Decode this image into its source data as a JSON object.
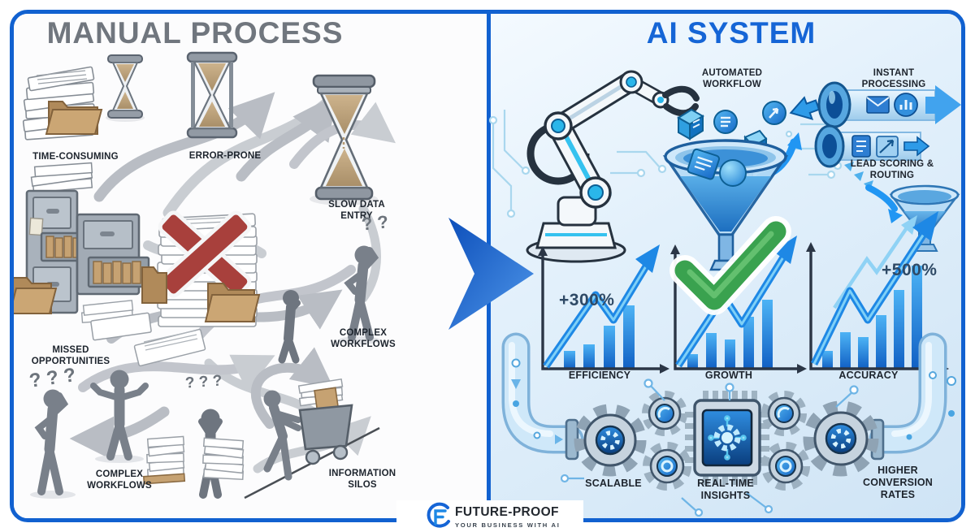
{
  "left_panel": {
    "title": "MANUAL PROCESS",
    "labels": {
      "time_consuming": "TIME-CONSUMING",
      "error_prone": "ERROR-PRONE",
      "slow_data_entry": "SLOW DATA ENTRY",
      "complex_workflows_upper": "COMPLEX WORKFLOWS",
      "missed_opportunities": "MISSED OPPORTUNITIES",
      "complex_workflows_lower": "COMPLEX WORKFLOWS",
      "information_silos": "INFORMATION SILOS"
    },
    "decorations": {
      "question_marks_pair": "? ?",
      "question_marks_left": "? ? ?",
      "question_marks_mid": "? ? ?"
    }
  },
  "right_panel": {
    "title": "AI SYSTEM",
    "labels": {
      "automated_workflow": "AUTOMATED WORKFLOW",
      "instant_processing": "INSTANT PROCESSING",
      "lead_scoring_routing": "LEAD SCORING & ROUTING",
      "scalable": "SCALABLE",
      "realtime_insights": "REAL-TIME INSIGHTS",
      "higher_conversion_rates": "HIGHER CONVERSION RATES"
    },
    "charts": [
      {
        "label": "EFFICIENCY",
        "annotation": "+300%"
      },
      {
        "label": "GROWTH",
        "annotation": ""
      },
      {
        "label": "ACCURACY",
        "annotation": "+500%"
      }
    ]
  },
  "footer": {
    "brand": "FUTURE-PROOF",
    "tagline": "YOUR BUSINESS WITH AI"
  },
  "colors": {
    "border_blue": "#1161d0",
    "accent_blue": "#1565d6",
    "title_gray": "#70767e",
    "check_green": "#3aa24f",
    "error_red": "#a8403c",
    "bar_blue": "#2488e0"
  }
}
